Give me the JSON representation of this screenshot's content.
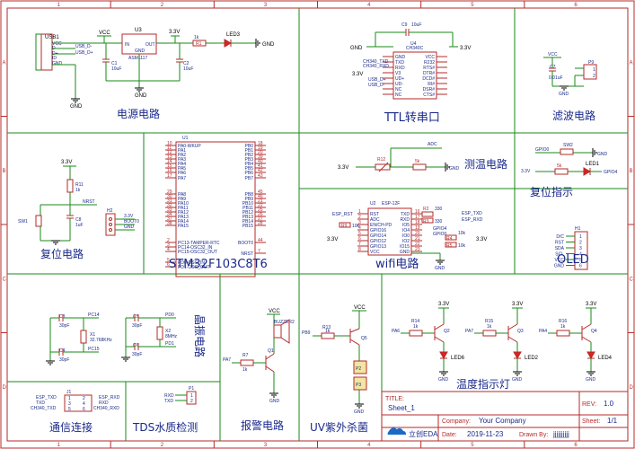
{
  "frame": {
    "col_labels": [
      "1",
      "2",
      "3",
      "4",
      "5",
      "6"
    ],
    "row_labels": [
      "A",
      "B",
      "C",
      "D"
    ]
  },
  "sections": {
    "power": "电源电路",
    "ttl": "TTL转串口",
    "filter": "滤波电路",
    "reset_left": "复位电路",
    "mcu": "STM32F103C8T6",
    "temp": "测温电路",
    "reset_right": "复位指示",
    "wifi": "wifi电路",
    "oled": "OLED",
    "crystal": "晶振电路",
    "alarm": "报警电路",
    "uv": "UV紫外杀菌",
    "temp_led": "温度指示灯",
    "comm": "通信连接",
    "tds": "TDS水质检测"
  },
  "nets": {
    "vcc": "VCC",
    "v33": "3.3V",
    "gnd": "GND",
    "adc": "ADC",
    "nrst": "NRST",
    "boot0": "BOOT0",
    "pb9": "PB9",
    "pa7": "PA7",
    "pa6": "PA6",
    "pa5": "PA5",
    "pa4": "PA4",
    "pb0": "PB0",
    "pb8": "PB8",
    "esp_rst": "ESP_RST",
    "esp_txd": "ESP_TXD",
    "esp_rxd": "ESP_RXD",
    "gpio0": "GPIO0",
    "gpio4": "GPIO4",
    "pc14": "PC14",
    "pc15": "PC15",
    "pd0": "PD0",
    "pd1": "PD1",
    "txd": "TXD",
    "rxd": "RXD",
    "esp_txd_j": "ESP_TXD",
    "esp_rxd_j": "ESP_RXD",
    "ch340_txd": "CH340_TXD",
    "ch340_rxd": "CH340_RXD",
    "usb_dp": "USB_D+",
    "usb_dm": "USB_D-"
  },
  "parts": {
    "usb": "USB1",
    "u3": "U3",
    "u3_name": "ASM1117",
    "u3_in": "IN",
    "u3_out": "OUT",
    "u3_gnd": "GND",
    "c1": "C1",
    "c1_val": "10uF",
    "c2": "C2",
    "c2_val": "10uF",
    "r1": "R1",
    "r1_val": "1k",
    "led3": "LED3",
    "c9": "C9",
    "c9_val": "10uF",
    "u4": "U4",
    "u4_name": "CH340C",
    "c7": "C7",
    "c7_val": "0.01uF",
    "p9": "P9",
    "u1": "U1",
    "r11": "R11",
    "r11_val": "1k",
    "c8": "C8",
    "c8_val": "1uF",
    "sw1": "SW1",
    "h2": "H2",
    "r12": "R12",
    "r_temp": "5k",
    "sw2": "SW2",
    "led1": "LED1",
    "r_led1": "5k",
    "u2": "U2",
    "u2_name": "ESP-12F",
    "h1": "H1",
    "x1": "X1",
    "x1_val": "32.768KHz",
    "x2": "X2",
    "x2_val": "8MHz",
    "c3": "C3",
    "c4": "C4",
    "c5": "C5",
    "c6": "C6",
    "c_30pf": "30pF",
    "buzzer": "BUZZER2",
    "q1": "Q1",
    "r7": "R7",
    "r7_val": "1k",
    "r13": "R13",
    "r13_val": "1k",
    "q5": "Q5",
    "p2": "P2",
    "p3": "P3",
    "r14": "R14",
    "r15": "R15",
    "r16": "R16",
    "rk": "1k",
    "q2": "Q2",
    "q3": "Q3",
    "q4": "Q4",
    "led6": "LED6",
    "led2": "LED2",
    "led4": "LED4",
    "j1": "J1",
    "p1": "P1",
    "esp_r": "R9",
    "esp_r_val": "10k",
    "r2": "R2",
    "r3": "R3",
    "r4": "R4",
    "r5": "R5",
    "r330": "330",
    "r10k": "10k"
  },
  "ttl_pins_left": [
    "GND",
    "TXD",
    "RXD",
    "V3",
    "UD+",
    "UD-",
    "NC",
    "NC"
  ],
  "ttl_pins_right": [
    "VCC",
    "R232",
    "RTS#",
    "DTR#",
    "DCD#",
    "RI#",
    "DSR#",
    "CTS#"
  ],
  "mcu_pins_left": [
    "PA0-WKUP",
    "PA1",
    "PA2",
    "PA3",
    "PA4",
    "PA5",
    "PA6",
    "PA7",
    "PA8",
    "PA9",
    "PA10",
    "PA11",
    "PA12",
    "PA13",
    "PA14",
    "PA15",
    "PC13-TAMPER-RTC",
    "PC14-OSC32_IN",
    "PC15-OSC32_OUT",
    "PD0-OSC_IN",
    "PD1-OSC_OUT"
  ],
  "mcu_pins_right": [
    "PB0",
    "PB1",
    "PB2",
    "PB3",
    "PB4",
    "PB5",
    "PB6",
    "PB7",
    "PB8",
    "PB9",
    "PB10",
    "PB11",
    "PB12",
    "PB13",
    "PB14",
    "PB15",
    "BOOT0",
    "NRST"
  ],
  "esp_pins_left": [
    "RST",
    "ADC",
    "EN/CH-PD",
    "GPIO16",
    "GPIO14",
    "GPIO12",
    "GPIO13",
    "VCC"
  ],
  "esp_pins_right": [
    "TXD",
    "RXD",
    "IO5",
    "IO4",
    "IO0",
    "IO2",
    "IO15",
    "GND"
  ],
  "oled_pins": [
    "D/C",
    "RST",
    "SDA",
    "SCL",
    "VCC",
    "GND"
  ],
  "titleblock": {
    "title_label": "TITLE:",
    "title_value": "Sheet_1",
    "rev_label": "REV:",
    "rev_value": "1.0",
    "company_label": "Company:",
    "company_value": "Your Company",
    "sheet_label": "Sheet:",
    "sheet_value": "1/1",
    "date_label": "Date:",
    "date_value": "2019-11-23",
    "drawn_label": "Drawn By:",
    "drawn_value": "jjjjjjjjjj",
    "logo": "立创EDA"
  },
  "colors": {
    "frame": "#b52a2a",
    "wire": "#1a8a1a",
    "text": "#1a2a8a",
    "led": "#dd2222"
  }
}
